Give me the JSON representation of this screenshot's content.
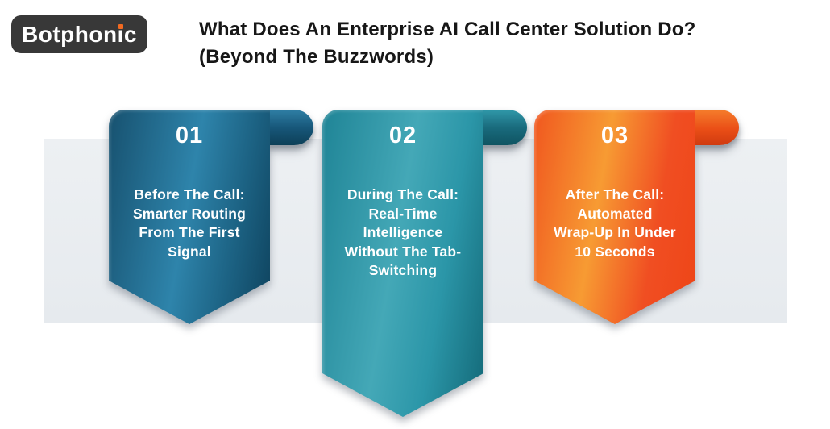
{
  "header": {
    "logo": {
      "text": "Botphonic",
      "text_pre": "Botphon",
      "text_i": "i",
      "text_c": "c",
      "bg_color": "#383838",
      "text_color": "#ffffff",
      "dot_color": "#f26a21"
    },
    "title_line1": "What Does An Enterprise AI Call Center Solution Do?",
    "title_line2": "(Beyond The Buzzwords)",
    "title_color": "#171717"
  },
  "band": {
    "color": "#e8ebef"
  },
  "cards": [
    {
      "number": "01",
      "lines": [
        "Before The Call:",
        "Smarter Routing",
        "From The First",
        "Signal"
      ],
      "colors": {
        "edge_left": "#17516f",
        "highlight": "#2e84ab",
        "edge_right": "#0e425d",
        "curl_top": "#2f7fa5",
        "curl_bottom": "#0d3f57"
      }
    },
    {
      "number": "02",
      "lines": [
        "During The Call:",
        "Real-Time",
        "Intelligence",
        "Without The Tab-",
        "Switching"
      ],
      "colors": {
        "edge_left": "#1f8496",
        "highlight": "#44a8b7",
        "edge_right": "#136877",
        "curl_top": "#2f98a9",
        "curl_bottom": "#0f5361"
      }
    },
    {
      "number": "03",
      "lines": [
        "After The Call:",
        "Automated",
        "Wrap-Up In Under",
        "10 Seconds"
      ],
      "colors": {
        "edge_left": "#f0571f",
        "highlight": "#f79b33",
        "edge_right": "#ee4517",
        "curl_top": "#f57d2b",
        "curl_bottom": "#cf3a10"
      }
    }
  ]
}
